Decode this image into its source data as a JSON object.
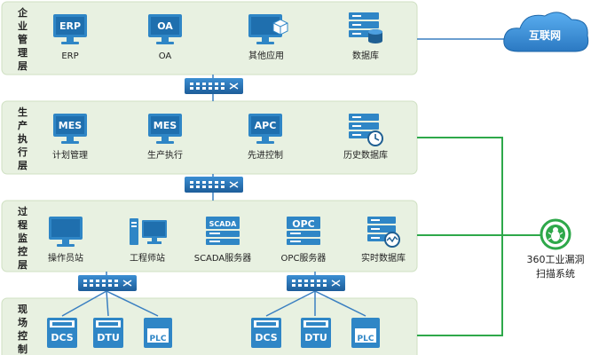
{
  "layers": [
    {
      "id": "enterprise",
      "title": "企业管理层",
      "nodes": [
        {
          "label": "ERP",
          "icon": "monitor-icon",
          "screen_text": "ERP"
        },
        {
          "label": "OA",
          "icon": "monitor-icon",
          "screen_text": "OA"
        },
        {
          "label": "其他应用",
          "icon": "monitor-cube-icon",
          "screen_text": ""
        },
        {
          "label": "数据库",
          "icon": "database-server-icon",
          "screen_text": ""
        }
      ]
    },
    {
      "id": "production",
      "title": "生产执行层",
      "nodes": [
        {
          "label": "计划管理",
          "icon": "monitor-icon",
          "screen_text": "MES"
        },
        {
          "label": "生产执行",
          "icon": "monitor-icon",
          "screen_text": "MES"
        },
        {
          "label": "先进控制",
          "icon": "monitor-icon",
          "screen_text": "APC"
        },
        {
          "label": "历史数据库",
          "icon": "history-server-icon",
          "screen_text": ""
        }
      ]
    },
    {
      "id": "process",
      "title": "过程监控层",
      "nodes": [
        {
          "label": "操作员站",
          "icon": "monitor-icon",
          "screen_text": ""
        },
        {
          "label": "工程师站",
          "icon": "workstation-icon",
          "screen_text": ""
        },
        {
          "label": "SCADA服务器",
          "icon": "server-icon",
          "screen_text": "SCADA"
        },
        {
          "label": "OPC服务器",
          "icon": "server-icon",
          "screen_text": "OPC"
        },
        {
          "label": "实时数据库",
          "icon": "realtime-server-icon",
          "screen_text": ""
        }
      ]
    },
    {
      "id": "field",
      "title": "现场控制层",
      "nodes": [
        {
          "label": "DCS",
          "icon": "controller-icon"
        },
        {
          "label": "DTU",
          "icon": "controller-icon"
        },
        {
          "label": "PLC",
          "icon": "plc-icon"
        },
        {
          "label": "DCS",
          "icon": "controller-icon"
        },
        {
          "label": "DTU",
          "icon": "controller-icon"
        },
        {
          "label": "PLC",
          "icon": "plc-icon"
        }
      ]
    }
  ],
  "internet": {
    "label": "互联网",
    "icon": "cloud-icon"
  },
  "scanner": {
    "label_line1": "360工业漏洞",
    "label_line2": "扫描系统",
    "icon": "bug-scanner-icon"
  },
  "switch_icon": "network-switch-icon",
  "colors": {
    "panel_bg": "#e8f1e1",
    "panel_border": "#cfe0c2",
    "node_blue": "#2f86c6",
    "node_blue_dark": "#1f5f92",
    "line_blue": "#3a7fc1",
    "scanner_green": "#2ea84a",
    "cloud_bg": "#3c8fd6"
  }
}
